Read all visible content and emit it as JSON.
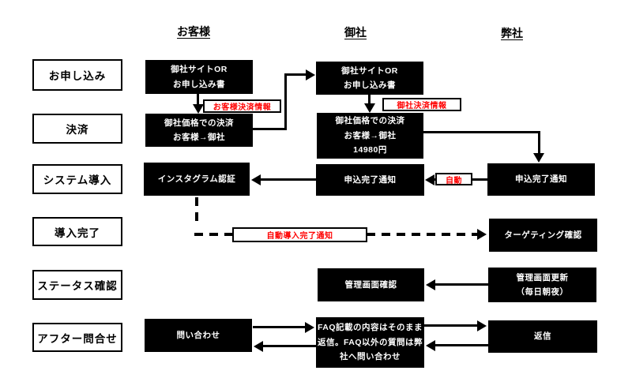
{
  "headers": {
    "customer": "お客様",
    "client": "御社",
    "vendor": "弊社"
  },
  "stages": [
    "お申し込み",
    "決済",
    "システム導入",
    "導入完了",
    "ステータス確認",
    "アフター問合せ"
  ],
  "columns": {
    "customer": {
      "boxes": {
        "signup": "御社サイトOR\nお申し込み書",
        "payment": "御社価格での決済\nお客様→御社",
        "instagram": "インスタグラム認証",
        "inquiry": "問い合わせ"
      }
    },
    "client": {
      "boxes": {
        "signup": "御社サイトOR\nお申し込み書",
        "payment": "御社価格での決済\nお客様→御社\n14980円",
        "complete_notice": "申込完了通知",
        "admin_check": "管理画面確認",
        "faq_reply": "FAQ記載の内容はそのまま\n返信。FAQ以外の質問は弊\n社へ問い合わせ"
      }
    },
    "vendor": {
      "boxes": {
        "complete_notice": "申込完了通知",
        "targeting": "ターゲティング確認",
        "admin_update": "管理画面更新\n（毎日朝夜）",
        "reply": "返信"
      }
    }
  },
  "annotations": {
    "customer_payment_info": "お客様決済情報",
    "client_payment_info": "御社決済情報",
    "auto": "自動",
    "auto_install_complete_notice": "自動導入完了通知"
  },
  "colors": {
    "box_bg": "#000000",
    "box_text": "#ffffff",
    "annotation_red": "#ff0000",
    "line": "#000000",
    "background": "#ffffff"
  }
}
